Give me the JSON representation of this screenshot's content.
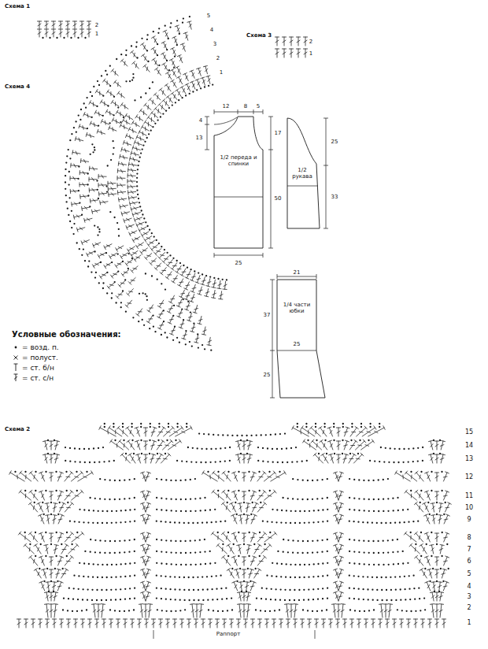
{
  "diagram": {
    "nodes": [
      {
        "text": [
          "1/2 переда и спинки"
        ]
      },
      {
        "text": [
          "1/2 рукава"
        ]
      },
      {
        "text": [
          "1/4 части юбки"
        ]
      }
    ],
    "labels": [
      "Схема 1",
      "2",
      "1",
      "5",
      "4",
      "3",
      "2",
      "1",
      "Схема 3",
      "2",
      "1",
      "Схема 4",
      "12",
      "8",
      "5",
      "4",
      "13",
      "17",
      "50",
      "25",
      "25",
      "33",
      "21",
      "37",
      "25",
      "25",
      "Условные обозначения:",
      "Схема 2",
      "15",
      "14",
      "13",
      "12",
      "11",
      "10",
      "9",
      "8",
      "7",
      "6",
      "5",
      "4",
      "3",
      "2",
      "1",
      "Раппорт"
    ],
    "legend": [
      {
        "text": "= возд. п."
      },
      {
        "text": "= полуст."
      },
      {
        "text": "= ст. б/н"
      },
      {
        "text": "= ст. с/н"
      }
    ]
  }
}
